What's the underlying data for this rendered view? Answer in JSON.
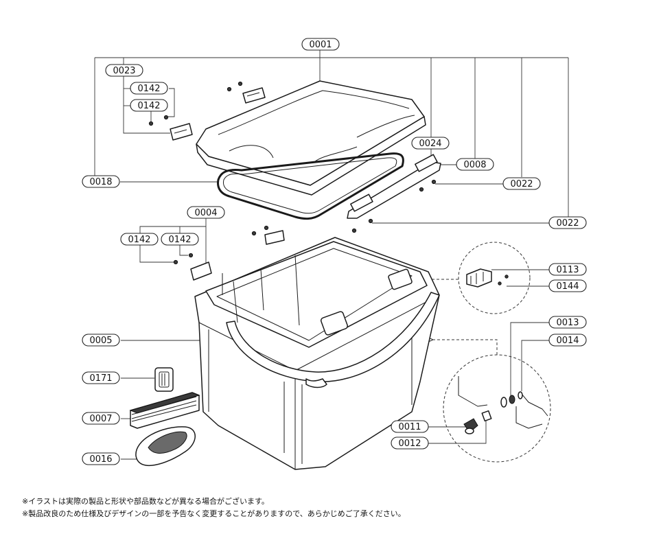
{
  "diagram": {
    "part_numbers": {
      "lid": "0001",
      "hinge_top": "0023",
      "screw_a1": "0142",
      "screw_a2": "0142",
      "gasket": "0018",
      "latch_bar": "0024",
      "latch_bar_right": "0008",
      "screw_b1": "0022",
      "screw_b2": "0022",
      "hinge_body": "0004",
      "screw_c1": "0142",
      "screw_c2": "0142",
      "body": "0005",
      "clip": "0171",
      "divider": "0007",
      "grip": "0016",
      "bracket": "0113",
      "bracket_screw": "0144",
      "drain_part1": "0013",
      "drain_part2": "0014",
      "drain_cap": "0011",
      "drain_washer": "0012"
    }
  },
  "notes": {
    "line1": "※イラストは実際の製品と形状や部品数などが異なる場合がございます。",
    "line2": "※製品改良のため仕様及びデザインの一部を予告なく変更することがありますので、あらかじめご了承ください。"
  }
}
